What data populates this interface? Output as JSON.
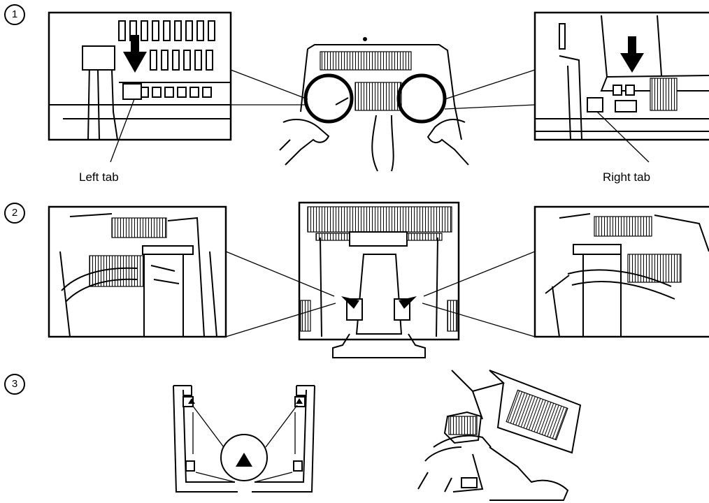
{
  "steps": [
    {
      "number": "1"
    },
    {
      "number": "2"
    },
    {
      "number": "3"
    }
  ],
  "labels": {
    "left_tab": "Left tab",
    "right_tab": "Right tab"
  }
}
